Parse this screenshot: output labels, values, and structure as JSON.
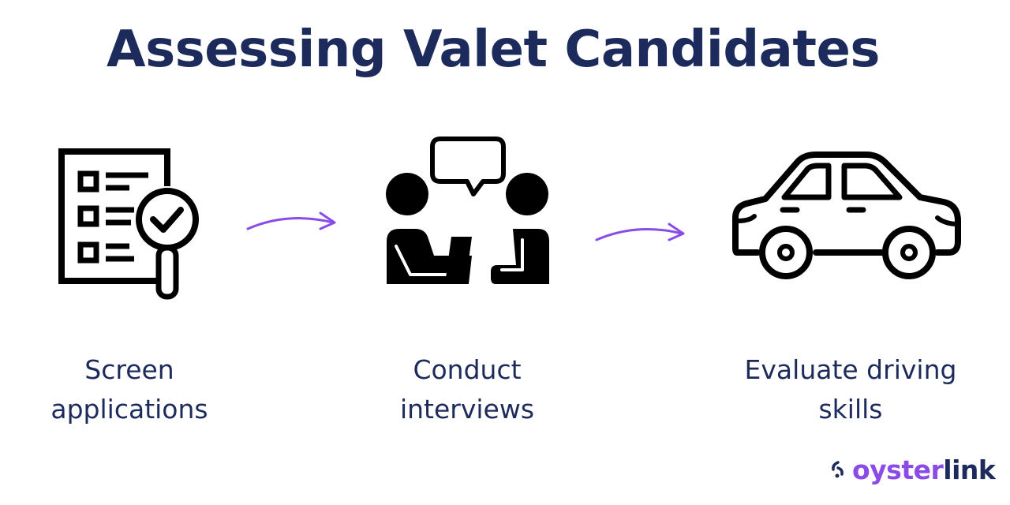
{
  "title": "Assessing Valet Candidates",
  "colors": {
    "title": "#1d2b5c",
    "label": "#1d2b5c",
    "arrow": "#8a4be6",
    "icon": "#000000",
    "logo_accent": "#8a4be6",
    "logo_dark": "#1d2b5c"
  },
  "steps": [
    {
      "icon": "checklist-magnifier-icon",
      "label_lines": [
        "Screen",
        "applications"
      ]
    },
    {
      "icon": "interview-people-icon",
      "label_lines": [
        "Conduct",
        "interviews"
      ]
    },
    {
      "icon": "car-icon",
      "label_lines": [
        "Evaluate driving",
        "skills"
      ]
    }
  ],
  "logo": {
    "part1": "oyster",
    "part2": "link"
  }
}
